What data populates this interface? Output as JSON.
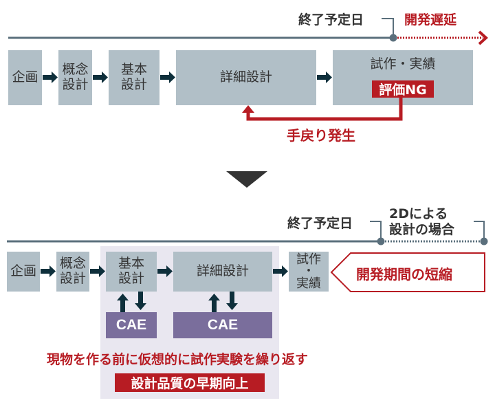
{
  "colors": {
    "box_fill": "#b1bfc7",
    "timeline": "#5a6f7c",
    "arrow": "#0e2f3b",
    "accent_red": "#b71c23",
    "cae_fill": "#7a6e9c",
    "panel_fill": "#e9e7f0",
    "down_triangle": "#333333"
  },
  "before": {
    "timeline": {
      "end_date_label": "終了予定日",
      "delay_label": "開発遅延"
    },
    "steps": [
      {
        "label": "企画"
      },
      {
        "label": "概念\n設計"
      },
      {
        "label": "基本\n設計"
      },
      {
        "label": "詳細設計"
      },
      {
        "label": "試作・実績"
      }
    ],
    "ng_badge": "評価NG",
    "rework_label": "手戻り発生"
  },
  "after": {
    "timeline": {
      "end_date_label": "終了予定日",
      "case_2d_label_line1": "2Dによる",
      "case_2d_label_line2": "設計の場合"
    },
    "steps": [
      {
        "label": "企画"
      },
      {
        "label": "概念\n設計"
      },
      {
        "label": "基本\n設計"
      },
      {
        "label": "詳細設計"
      },
      {
        "label": "試作\n・\n実績"
      }
    ],
    "cae_labels": [
      "CAE",
      "CAE"
    ],
    "callout": "開発期間の短縮",
    "virtual_test_text": "現物を作る前に仮想的に試作実験を繰り返す",
    "quality_badge": "設計品質の早期向上"
  }
}
